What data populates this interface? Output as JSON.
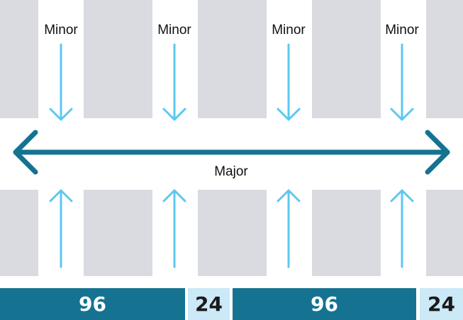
{
  "labels": {
    "minor": "Minor",
    "major": "Major"
  },
  "bars": {
    "segment_1": "96",
    "segment_2": "24",
    "segment_3": "96",
    "segment_4": "24"
  },
  "colors": {
    "block": "#d9dbe1",
    "minor_arrow": "#5bc8f0",
    "major_arrow": "#157391",
    "wide_bar": "#157391",
    "narrow_bar": "#cbe9f7"
  }
}
